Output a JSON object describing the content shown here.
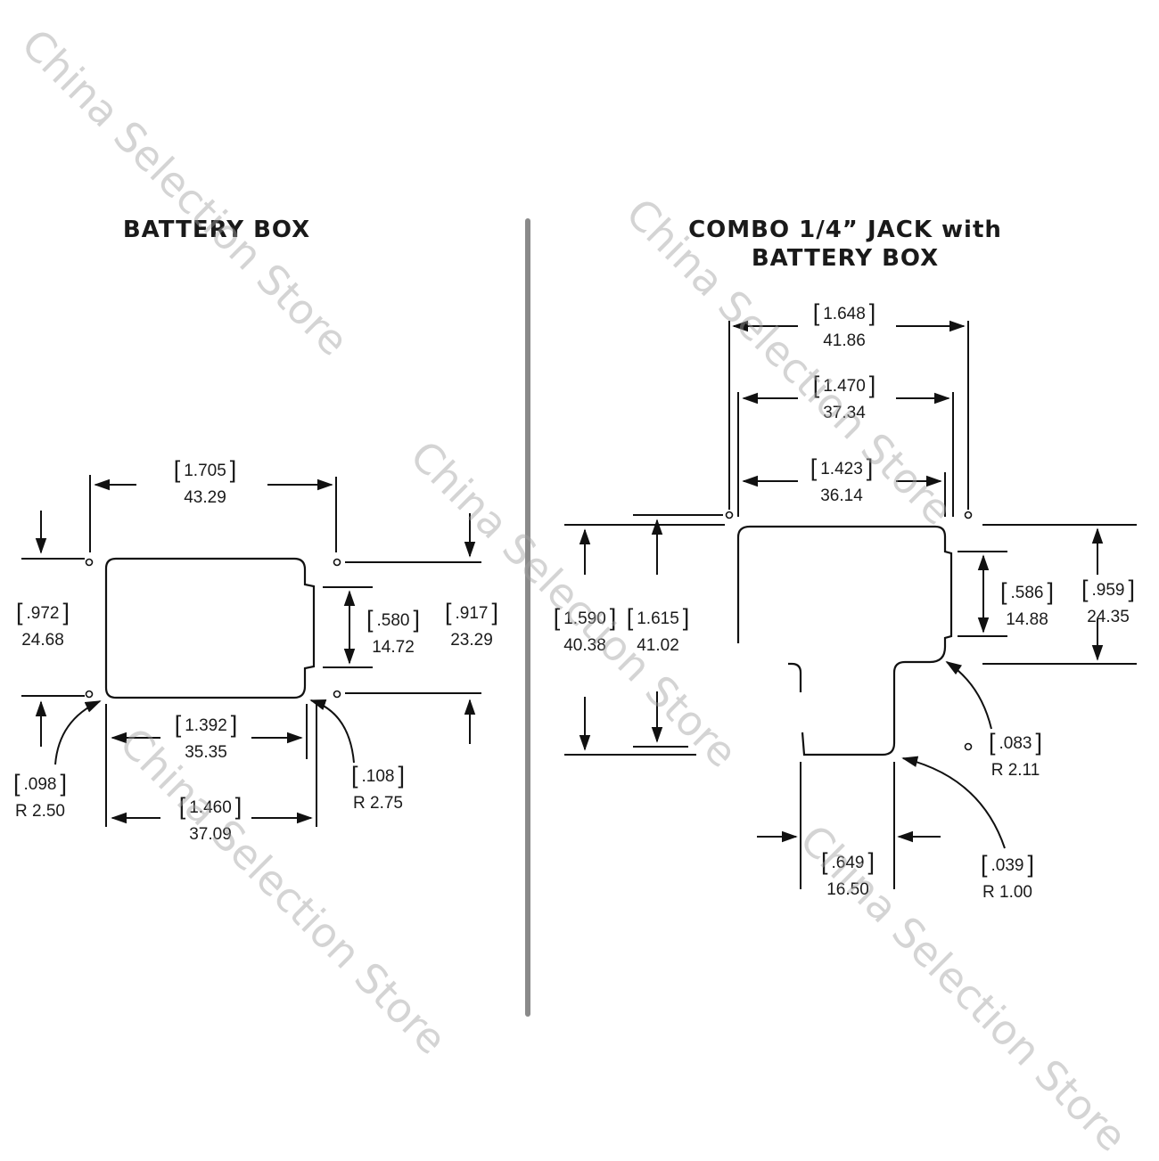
{
  "left_title": "BATTERY BOX",
  "right_title_line1": "COMBO 1/4” JACK with",
  "right_title_line2": "BATTERY BOX",
  "watermark": "China Selection Store",
  "left_dims": {
    "d1705": {
      "in": ".705",
      "in_prefix": "1",
      "mm": "43.29"
    },
    "d972": {
      "in": ".972",
      "mm": "24.68"
    },
    "d580": {
      "in": ".580",
      "mm": "14.72"
    },
    "d917": {
      "in": ".917",
      "mm": "23.29"
    },
    "d1392": {
      "in": "1.392",
      "mm": "35.35"
    },
    "d1460": {
      "in": "1.460",
      "mm": "37.09"
    },
    "d098": {
      "in": ".098",
      "mm": "R 2.50"
    },
    "d108": {
      "in": ".108",
      "mm": "R 2.75"
    }
  },
  "right_dims": {
    "d1648": {
      "in": "1.648",
      "mm": "41.86"
    },
    "d1470": {
      "in": "1.470",
      "mm": "37.34"
    },
    "d1423": {
      "in": "1.423",
      "mm": "36.14"
    },
    "d1590": {
      "in": "1.590",
      "mm": "40.38"
    },
    "d1615": {
      "in": "1.615",
      "mm": "41.02"
    },
    "d586": {
      "in": ".586",
      "mm": "14.88"
    },
    "d959": {
      "in": ".959",
      "mm": "24.35"
    },
    "d083": {
      "in": ".083",
      "mm": "R 2.11"
    },
    "d649": {
      "in": ".649",
      "mm": "16.50"
    },
    "d039": {
      "in": ".039",
      "mm": "R 1.00"
    }
  },
  "colors": {
    "line": "#111111",
    "divider": "#8a8a8a",
    "watermark": "#a0a0a0"
  }
}
